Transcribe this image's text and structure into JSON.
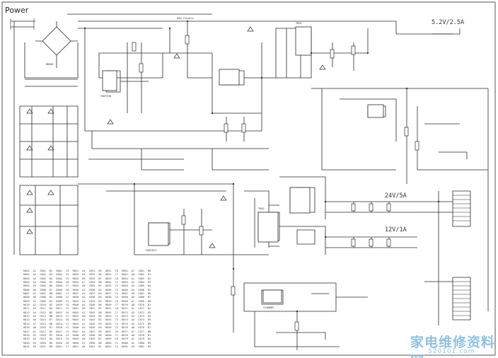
{
  "title": "Power",
  "rails": {
    "main": "5.2V/2.5A",
    "r24": "24V/5A",
    "r12": "12V/1A"
  },
  "components": {
    "add_fusible": "Add fusible",
    "bridge": "BD801",
    "pwm_ic": "FAN7530",
    "llc_ic": "FAN7621",
    "xfmr1": "T801",
    "xfmr2": "T802",
    "bottom_label": "STANDBY"
  },
  "bom_table": [
    [
      "R801",
      "A1",
      "C801",
      "B2",
      "D801",
      "C3",
      "R831",
      "A4",
      "C831",
      "B5",
      "D831",
      "C6",
      "R861",
      "A7",
      "C861",
      "B8"
    ],
    [
      "R802",
      "A2",
      "C802",
      "B3",
      "D802",
      "C4",
      "R832",
      "A5",
      "C832",
      "B6",
      "D832",
      "C7",
      "R862",
      "A8",
      "C862",
      "B1"
    ],
    [
      "R803",
      "A3",
      "C803",
      "B4",
      "D803",
      "C5",
      "R833",
      "A6",
      "C833",
      "B7",
      "D833",
      "C8",
      "R863",
      "A1",
      "C863",
      "B2"
    ],
    [
      "R804",
      "A4",
      "C804",
      "B5",
      "D804",
      "C6",
      "R834",
      "A7",
      "C834",
      "B8",
      "D834",
      "C1",
      "R864",
      "A2",
      "C864",
      "B3"
    ],
    [
      "R805",
      "A5",
      "C805",
      "B6",
      "D805",
      "C7",
      "R835",
      "A8",
      "C835",
      "B1",
      "D835",
      "C2",
      "R865",
      "A3",
      "C865",
      "B4"
    ],
    [
      "R806",
      "A6",
      "C806",
      "B7",
      "D806",
      "C8",
      "R836",
      "A1",
      "C836",
      "B2",
      "D836",
      "C3",
      "R866",
      "A4",
      "C866",
      "B5"
    ],
    [
      "R807",
      "A7",
      "C807",
      "B8",
      "D807",
      "C1",
      "R837",
      "A2",
      "C837",
      "B3",
      "D837",
      "C4",
      "R867",
      "A5",
      "C867",
      "B6"
    ],
    [
      "R808",
      "A8",
      "C808",
      "B1",
      "D808",
      "C2",
      "R838",
      "A3",
      "C838",
      "B4",
      "D838",
      "C5",
      "R868",
      "A6",
      "C868",
      "B7"
    ],
    [
      "R809",
      "A1",
      "C809",
      "B2",
      "D809",
      "C3",
      "R839",
      "A4",
      "C839",
      "B5",
      "D839",
      "C6",
      "R869",
      "A7",
      "C869",
      "B8"
    ],
    [
      "R810",
      "A2",
      "C810",
      "B3",
      "D810",
      "C4",
      "R840",
      "A5",
      "C840",
      "B6",
      "D840",
      "C7",
      "R870",
      "A8",
      "C870",
      "B1"
    ],
    [
      "R811",
      "A3",
      "C811",
      "B4",
      "D811",
      "C5",
      "R841",
      "A6",
      "C841",
      "B7",
      "D841",
      "C8",
      "R871",
      "A1",
      "C871",
      "B2"
    ],
    [
      "R812",
      "A4",
      "C812",
      "B5",
      "D812",
      "C6",
      "R842",
      "A7",
      "C842",
      "B8",
      "D842",
      "C1",
      "R872",
      "A2",
      "C872",
      "B3"
    ],
    [
      "R813",
      "A5",
      "C813",
      "B6",
      "D813",
      "C7",
      "R843",
      "A8",
      "C843",
      "B1",
      "D843",
      "C2",
      "R873",
      "A3",
      "C873",
      "B4"
    ],
    [
      "R814",
      "A6",
      "C814",
      "B7",
      "D814",
      "C8",
      "R844",
      "A1",
      "C844",
      "B2",
      "D844",
      "C3",
      "R874",
      "A4",
      "C874",
      "B5"
    ],
    [
      "R815",
      "A7",
      "C815",
      "B8",
      "D815",
      "C1",
      "R845",
      "A2",
      "C845",
      "B3",
      "D845",
      "C4",
      "R875",
      "A5",
      "C875",
      "B6"
    ],
    [
      "R816",
      "A8",
      "C816",
      "B1",
      "D816",
      "C2",
      "R846",
      "A3",
      "C846",
      "B4",
      "D846",
      "C5",
      "R876",
      "A6",
      "C876",
      "B7"
    ],
    [
      "R817",
      "A1",
      "C817",
      "B2",
      "D817",
      "C3",
      "R847",
      "A4",
      "C847",
      "B5",
      "D847",
      "C6",
      "R877",
      "A7",
      "C877",
      "B8"
    ],
    [
      "R818",
      "A2",
      "C818",
      "B3",
      "D818",
      "C4",
      "R848",
      "A5",
      "C848",
      "B6",
      "D848",
      "C7",
      "R878",
      "A8",
      "C878",
      "B1"
    ],
    [
      "R819",
      "A3",
      "C819",
      "B4",
      "D819",
      "C5",
      "R849",
      "A6",
      "C849",
      "B7",
      "D849",
      "C8",
      "R879",
      "A1",
      "C879",
      "B2"
    ],
    [
      "R820",
      "A4",
      "C820",
      "B5",
      "D820",
      "C6",
      "R850",
      "A7",
      "C850",
      "B8",
      "D850",
      "C1",
      "R880",
      "A2",
      "C880",
      "B3"
    ],
    [
      "R821",
      "A5",
      "C821",
      "B6",
      "D821",
      "C7",
      "R851",
      "A8",
      "C851",
      "B1",
      "D851",
      "C2",
      "R881",
      "A3",
      "C881",
      "B4"
    ]
  ],
  "watermark": {
    "name": "家电维修资料网",
    "url": "520101.com"
  }
}
